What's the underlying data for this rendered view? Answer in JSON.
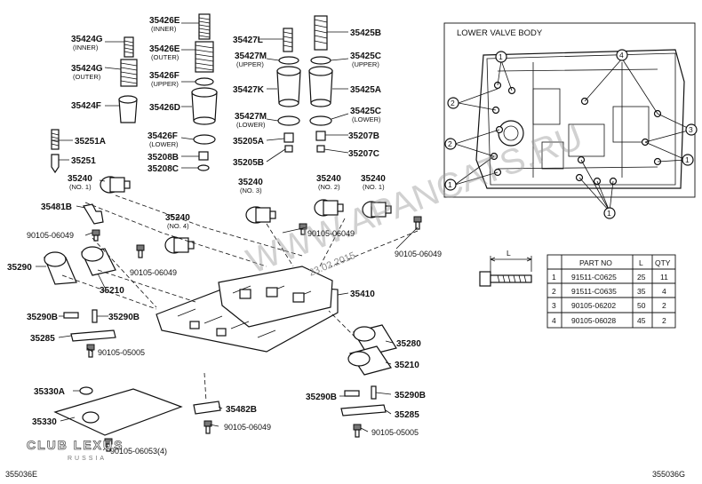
{
  "labels": {
    "l35426E_1": "35426E",
    "l35426E_1_sub": "(INNER)",
    "l35426E_2": "35426E",
    "l35426E_2_sub": "(OUTER)",
    "l35424G_1": "35424G",
    "l35424G_1_sub": "(INNER)",
    "l35424G_2": "35424G",
    "l35424G_2_sub": "(OUTER)",
    "l35426F_1": "35426F",
    "l35426F_1_sub": "(UPPER)",
    "l35424F": "35424F",
    "l35426D": "35426D",
    "l35426F_2": "35426F",
    "l35426F_2_sub": "(LOWER)",
    "l35208B": "35208B",
    "l35208C": "35208C",
    "l35251A": "35251A",
    "l35251": "35251",
    "l35240_1": "35240",
    "l35240_1_sub": "(NO. 1)",
    "l35481B": "35481B",
    "l35240_4": "35240",
    "l35240_4_sub": "(NO. 4)",
    "l90105_06049_a": "90105-06049",
    "l90105_06049_b": "90105-06049",
    "l35290_a": "35290",
    "l35210_a": "35210",
    "l35290B_a": "35290B",
    "l35290B_b": "35290B",
    "l35285_a": "35285",
    "l90105_05005_a": "90105-05005",
    "l35330A": "35330A",
    "l35330": "35330",
    "l90105_06053": "90105-06053(4)",
    "l35427L": "35427L",
    "l35425B": "35425B",
    "l35427M_1": "35427M",
    "l35427M_1_sub": "(UPPER)",
    "l35425C_1": "35425C",
    "l35425C_1_sub": "(UPPER)",
    "l35427K": "35427K",
    "l35425A": "35425A",
    "l35427M_2": "35427M",
    "l35427M_2_sub": "(LOWER)",
    "l35425C_2": "35425C",
    "l35425C_2_sub": "(LOWER)",
    "l35205A": "35205A",
    "l35207B": "35207B",
    "l35205B": "35205B",
    "l35207C": "35207C",
    "l35240_3": "35240",
    "l35240_3_sub": "(NO. 3)",
    "l35240_2": "35240",
    "l35240_2_sub": "(NO. 2)",
    "l35240_1b": "35240",
    "l35240_1b_sub": "(NO. 1)",
    "l90105_06049_c": "90105-06049",
    "l90105_06049_d": "90105-06049",
    "l35410": "35410",
    "l35280": "35280",
    "l35210_b": "35210",
    "l35290B_c": "35290B",
    "l35290B_d": "35290B",
    "l35285_b": "35285",
    "l35482B": "35482B",
    "l90105_06049_e": "90105-06049",
    "l90105_05005_b": "90105-05005"
  },
  "lower_valve_body": {
    "title": "LOWER VALVE BODY",
    "callouts": [
      "1",
      "2",
      "2",
      "1",
      "4",
      "3",
      "1",
      "1"
    ]
  },
  "bolt": {
    "dim_label": "L"
  },
  "table": {
    "headers": [
      "",
      "PART NO",
      "L",
      "QTY"
    ],
    "rows": [
      [
        "1",
        "91511-C0625",
        "25",
        "11"
      ],
      [
        "2",
        "91511-C0635",
        "35",
        "4"
      ],
      [
        "3",
        "90105-06202",
        "50",
        "2"
      ],
      [
        "4",
        "90105-06028",
        "45",
        "2"
      ]
    ]
  },
  "watermark": {
    "text": "WWW.APANCATS.RU",
    "date": "23.02.2015"
  },
  "logo": {
    "main": "CLUB LEXUS",
    "sub": "RUSSIA"
  },
  "footer": {
    "left": "355036E",
    "right": "355036G"
  }
}
